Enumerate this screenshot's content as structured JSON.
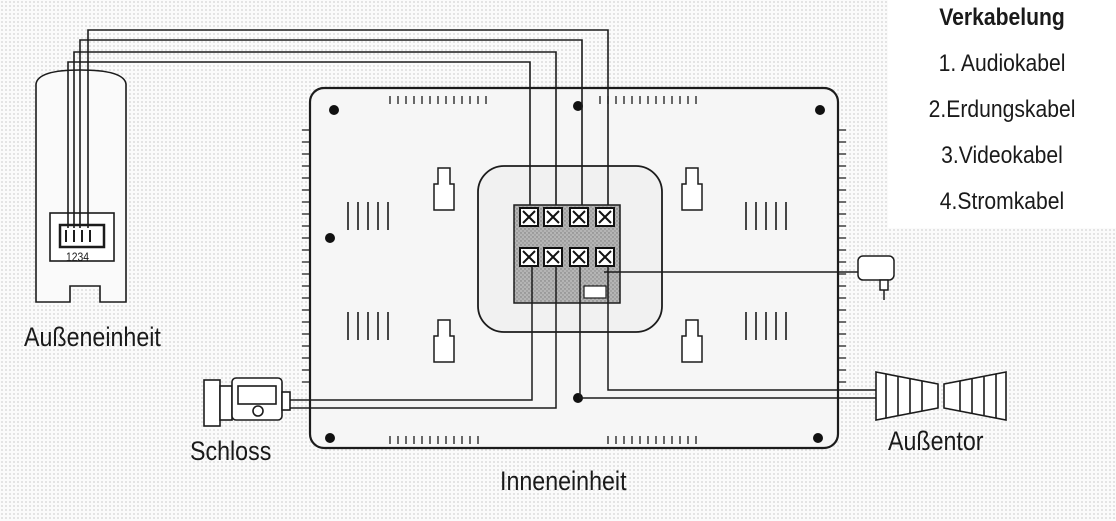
{
  "legend": {
    "title": "Verkabelung",
    "items": [
      "1. Audiokabel",
      "2.Erdungskabel",
      "3.Videokabel",
      "4.Stromkabel"
    ]
  },
  "labels": {
    "outdoor_unit": "Außeneinheit",
    "outdoor_unit_terminals": "1234",
    "lock": "Schloss",
    "indoor_unit": "Inneneinheit",
    "gate": "Außentor"
  },
  "colors": {
    "line": "#1c1c1c",
    "terminal_block": "#9a9a9a"
  },
  "icons": [
    "outdoor-unit",
    "indoor-unit",
    "door-lock",
    "power-adapter",
    "gate"
  ]
}
